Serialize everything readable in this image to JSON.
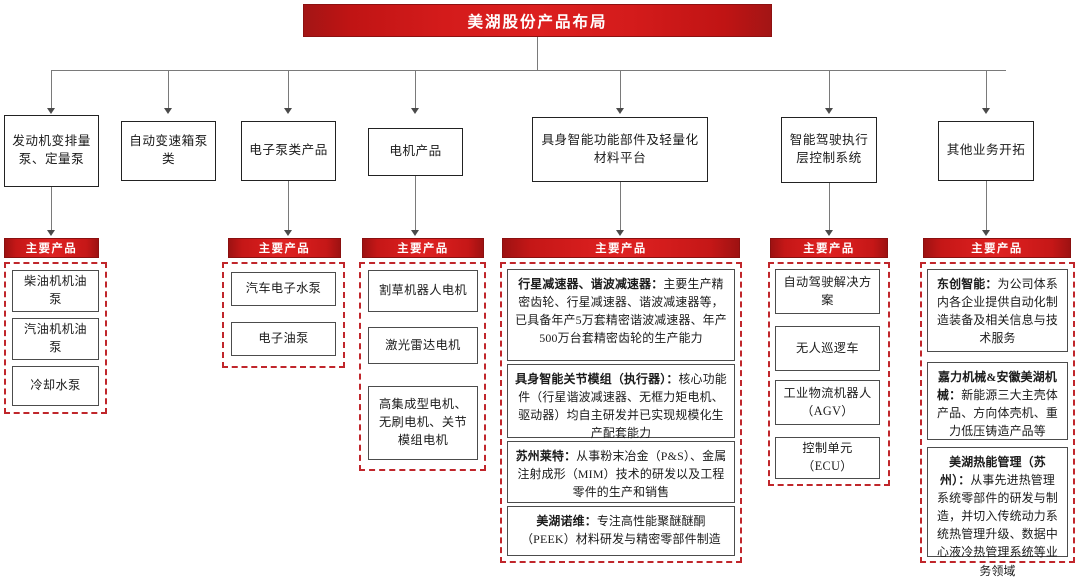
{
  "title": "美湖股份产品布局",
  "section_header_label": "主要产品",
  "colors": {
    "title_red": "#d41b1b",
    "bar_red": "#d61d1d",
    "dashed_border": "#c0262b",
    "box_border": "#222222",
    "connector": "#7a7a7a"
  },
  "columns": [
    {
      "id": "engine-pumps",
      "heading": "发动机变排量泵、定量泵",
      "has_main_products_bar": true,
      "products": [
        {
          "text": "柴油机机油泵"
        },
        {
          "text": "汽油机机油泵"
        },
        {
          "text": "冷却水泵"
        }
      ]
    },
    {
      "id": "auto-transmission-pumps",
      "heading": "自动变速箱泵类",
      "has_main_products_bar": false,
      "products": []
    },
    {
      "id": "electronic-pumps",
      "heading": "电子泵类产品",
      "has_main_products_bar": true,
      "products": [
        {
          "text": "汽车电子水泵"
        },
        {
          "text": "电子油泵"
        }
      ]
    },
    {
      "id": "motor-products",
      "heading": "电机产品",
      "has_main_products_bar": true,
      "products": [
        {
          "text": "割草机器人电机"
        },
        {
          "text": "激光雷达电机"
        },
        {
          "text": "高集成型电机、无刷电机、关节模组电机"
        }
      ]
    },
    {
      "id": "embodied-ai-platform",
      "heading": "具身智能功能部件及轻量化材料平台",
      "has_main_products_bar": true,
      "products": [
        {
          "lead": "行星减速器、谐波减速器：",
          "body": "主要生产精密齿轮、行星减速器、谐波减速器等，已具备年产5万套精密谐波减速器、年产500万台套精密齿轮的生产能力"
        },
        {
          "lead": "具身智能关节模组（执行器）：",
          "body": "核心功能件（行星谐波减速器、无框力矩电机、驱动器）均自主研发并已实现规模化生产配套能力"
        },
        {
          "lead": "苏州莱特：",
          "body": "从事粉末冶金（P&S）、金属注射成形（MIM）技术的研发以及工程零件的生产和销售"
        },
        {
          "lead": "美湖诺维：",
          "body": "专注高性能聚醚醚酮（PEEK）材料研发与精密零部件制造"
        }
      ]
    },
    {
      "id": "autonomous-driving-control",
      "heading": "智能驾驶执行层控制系统",
      "has_main_products_bar": true,
      "products": [
        {
          "text": "自动驾驶解决方案"
        },
        {
          "text": "无人巡逻车"
        },
        {
          "text": "工业物流机器人（AGV）"
        },
        {
          "text": "控制单元（ECU）"
        }
      ]
    },
    {
      "id": "other-business",
      "heading": "其他业务开拓",
      "has_main_products_bar": true,
      "products": [
        {
          "lead": "东创智能：",
          "body": "为公司体系内各企业提供自动化制造装备及相关信息与技术服务"
        },
        {
          "lead": "嘉力机械&安徽美湖机械：",
          "body": "新能源三大主壳体产品、方向体壳机、重力低压铸造产品等"
        },
        {
          "lead": "美湖热能管理（苏州）：",
          "body": "从事先进热管理系统零部件的研发与制造，并切入传统动力系统热管理升级、数据中心液冷热管理系统等业务领域"
        }
      ]
    }
  ]
}
